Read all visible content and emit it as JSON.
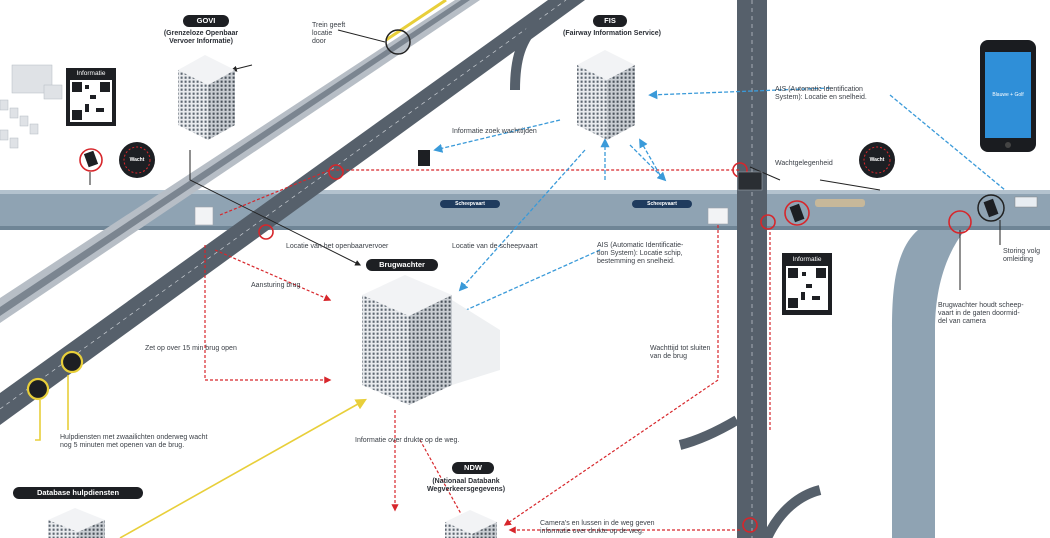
{
  "titles": {
    "govi": "GOVI",
    "govi_sub": "(Grenzeloze Openbaar\nVervoer Informatie)",
    "fis": "FIS",
    "fis_sub": "(Fairway Information Service)",
    "brugwachter": "Brugwachter",
    "ndw": "NDW",
    "ndw_sub": "(Nationaal Databank\nWegverkeersgegevens)",
    "database": "Database hulpdiensten"
  },
  "annotations": {
    "trein": "Trein geeft\nlocatie\ndoor",
    "ais_top": "AIS (Automatic Identification\nSystem): Locatie en snelheid.",
    "informatie_zoek": "Informatie zoek wachttijden",
    "wachtgelegenheid": "Wachtgelegenheid",
    "locatie_ov": "Locatie van het openbaarvervoer",
    "locatie_schip": "Locatie van de  scheepvaart",
    "ais_mid": "AIS (Automatic Identificatie-\ntion System): Locatie schip,\nbestemming en snelheid.",
    "storing": "Storing volg\nomleiding",
    "aansturing": "Aansturing brug",
    "zet_op": "Zet op over 15 min brug open",
    "wachttijd": "Wachttijd tot sluiten\nvan de brug",
    "brugwachter_houdt": "Brugwachter houdt scheep-\nvaart in de gaten doormid-\ndel van camera",
    "hulpdiensten": "Hulpdiensten met zwaailichten onderweg wacht\nnog 5 minuten met openen van de brug.",
    "informatie_drukte": "Informatie over drukte op de weg.",
    "cameras": "Camera's en lussen in de weg geven\ninformatie over drukte op de weg."
  },
  "qr": {
    "label": "Informatie"
  },
  "wacht": {
    "label": "Wacht"
  },
  "ships": [
    "Scheepvaart",
    "Scheepvaart"
  ],
  "phone": {
    "line": "Blauwe + Golf"
  },
  "colors": {
    "red": "#d7262b",
    "blue": "#3a9ad9",
    "yellow": "#e8cf3a",
    "road": "#56606b",
    "water": "#8fa3b3",
    "dark": "#1d1f23"
  }
}
